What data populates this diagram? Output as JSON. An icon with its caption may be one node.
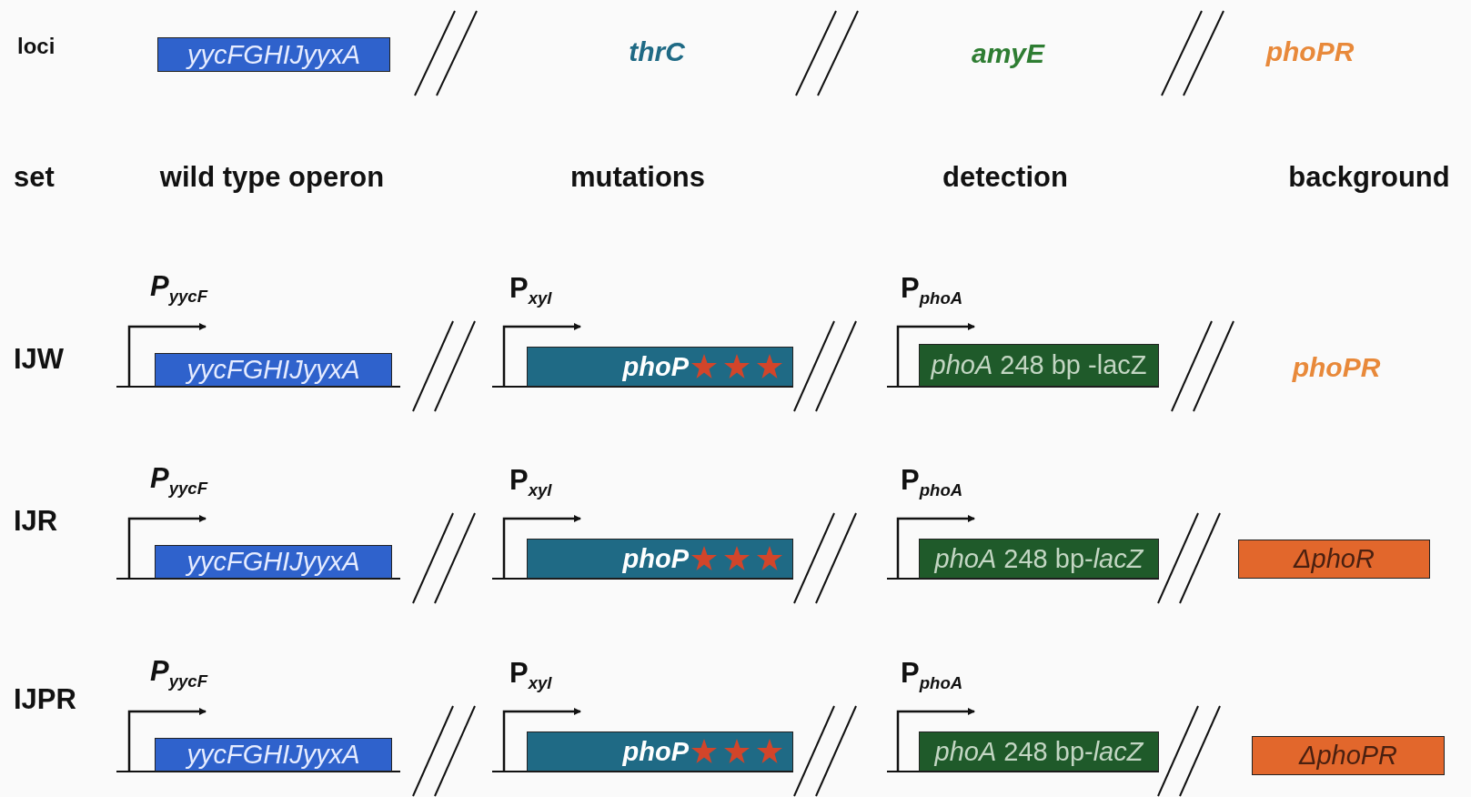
{
  "diagram": {
    "nodes": [
      {
        "text": [
          "yycFGHIJyyxA"
        ]
      },
      {
        "text": [
          "yycFGHIJyyxA"
        ]
      },
      {
        "text": [
          "*phoP*"
        ]
      },
      {
        "text": [
          "*phoA* 248 bp -lacZ"
        ]
      },
      {
        "text": [
          "yycFGHIJyyxA"
        ]
      },
      {
        "text": [
          "*phoP*"
        ]
      },
      {
        "text": [
          "*phoA* 248 bp-*lacZ*"
        ]
      },
      {
        "text": [
          "ΔphoR"
        ]
      },
      {
        "text": [
          "yycFGHIJyyxA"
        ]
      },
      {
        "text": [
          "*phoP*"
        ]
      },
      {
        "text": [
          "*phoA* 248 bp-*lacZ*"
        ]
      },
      {
        "text": [
          "ΔphoPR"
        ]
      }
    ],
    "labels": [
      "loci",
      "thrC",
      "amyE",
      "phoPR",
      "set",
      "wild type operon",
      "mutations",
      "detection",
      "background",
      "P$_{yycF}$",
      "P$_{xyl}$",
      "P$_{phoA}$",
      "IJW",
      "phoPR",
      "P$_{yycF}$",
      "P$_{xyl}$",
      "P$_{phoA}$",
      "IJR",
      "P$_{yycF}$",
      "P$_{xyl}$",
      "P$_{phoA}$",
      "IJPR"
    ]
  }
}
